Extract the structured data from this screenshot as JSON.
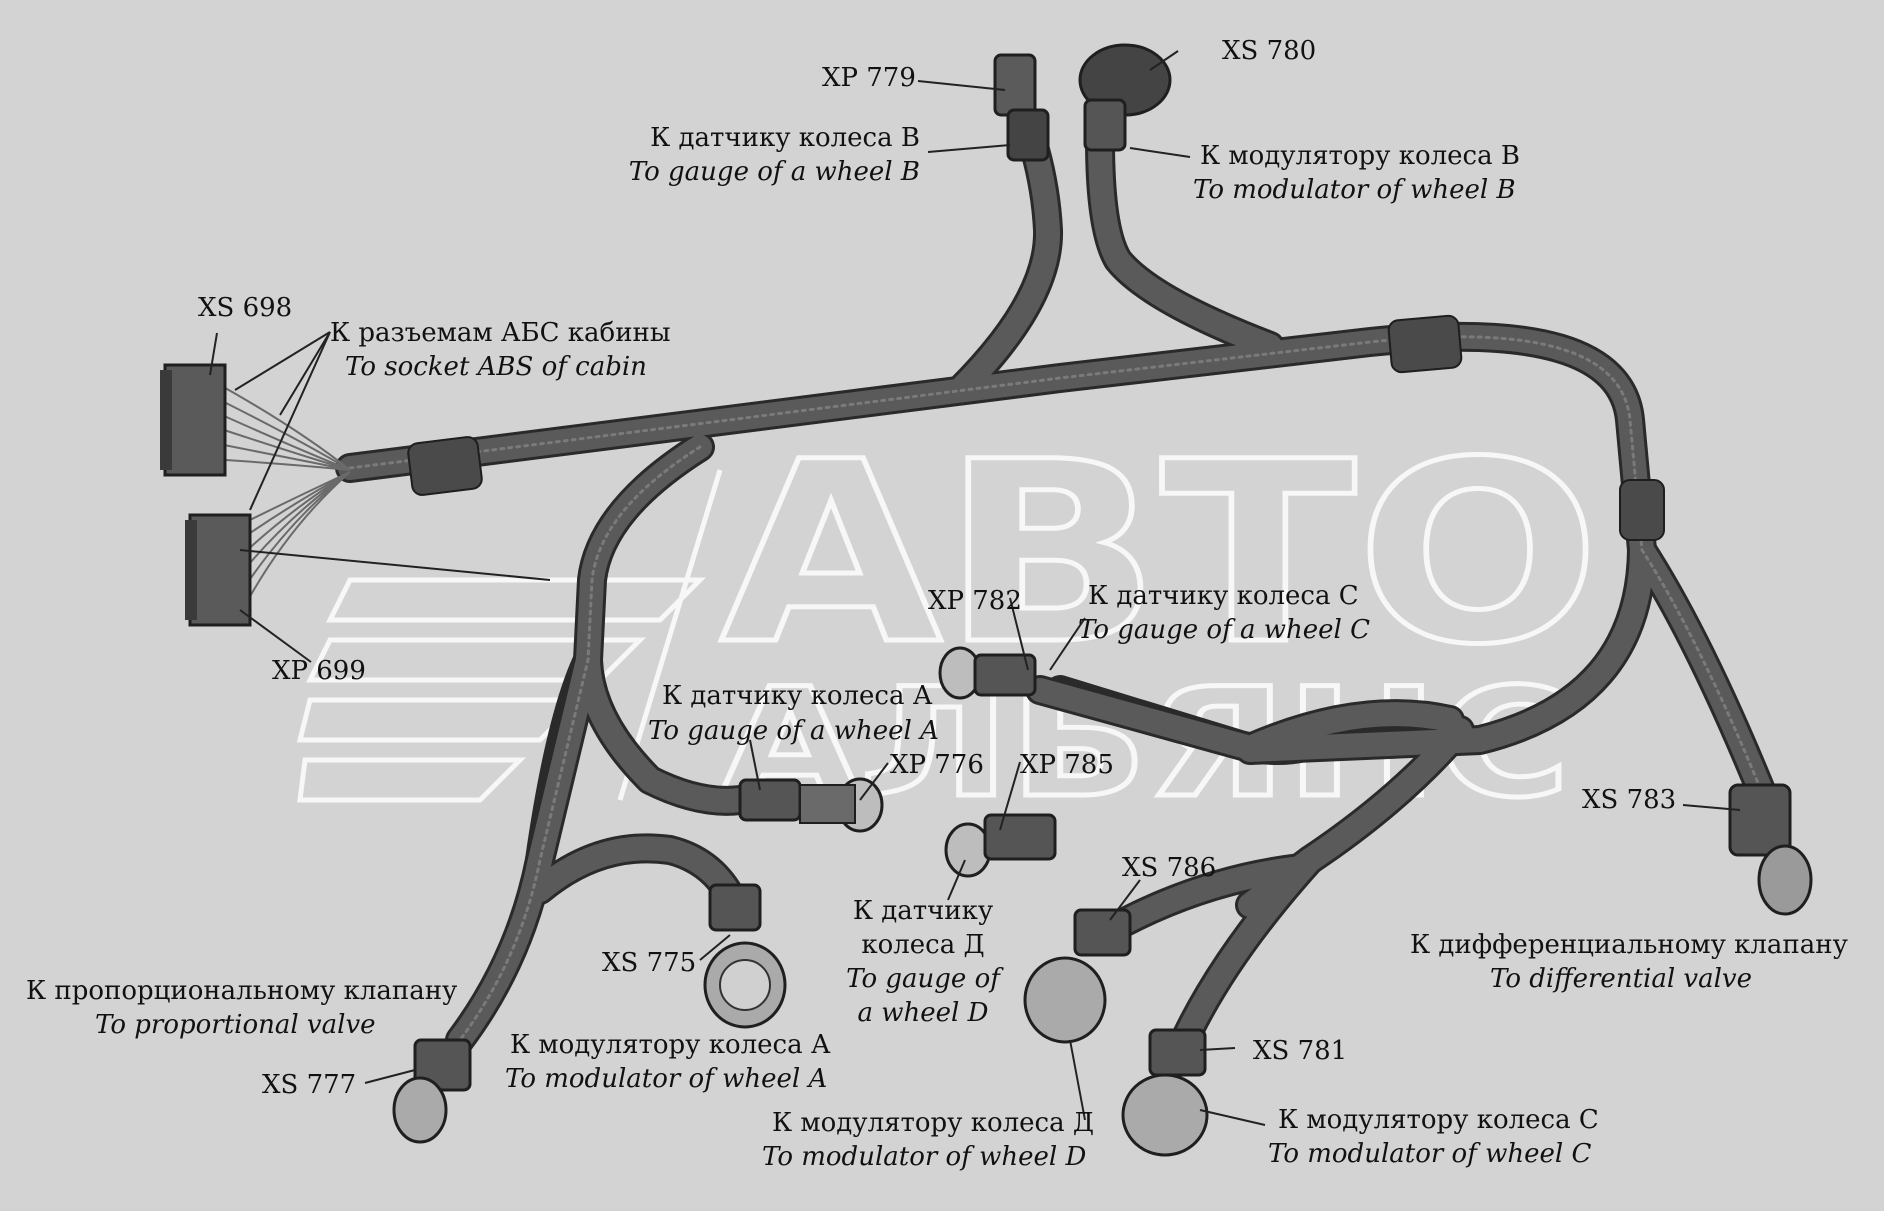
{
  "watermark": {
    "line1": "АВТО",
    "line2": "АЛЬЯНС"
  },
  "codes": {
    "xp779": "XP 779",
    "xs780": "XS 780",
    "xs698": "XS 698",
    "xp699": "XP 699",
    "xp782": "XP 782",
    "xp776": "XP 776",
    "xp785": "XP 785",
    "xs783": "XS 783",
    "xs786": "XS 786",
    "xs775": "XS 775",
    "xs777": "XS 777",
    "xs781": "XS 781"
  },
  "labels": {
    "gauge_b": {
      "ru": "К датчику колеса В",
      "en": "To gauge of a wheel B"
    },
    "modulator_b": {
      "ru": "К модулятору колеса В",
      "en": "To  modulator of wheel B"
    },
    "abs_cabin": {
      "ru": "К разъемам АБС кабины",
      "en": "To socket ABS of  cabin"
    },
    "gauge_c": {
      "ru": "К датчику колеса С",
      "en": "To gauge of a wheel C"
    },
    "gauge_a": {
      "ru": "К датчику колеса А",
      "en": "To gauge of a wheel A"
    },
    "gauge_d": {
      "ru1": "К датчику",
      "ru2": "колеса Д",
      "en1": "To  gauge of",
      "en2": "a wheel D"
    },
    "differential": {
      "ru": "К дифференциальному клапану",
      "en": "To  differential valve"
    },
    "proportional": {
      "ru": "К пропорциональному клапану",
      "en": "To  proportional valve"
    },
    "modulator_a": {
      "ru": "К модулятору колеса А",
      "en": "To  modulator of wheel A"
    },
    "modulator_d": {
      "ru": "К модулятору колеса Д",
      "en": "To  modulator of wheel D"
    },
    "modulator_c": {
      "ru": "К модулятору колеса С",
      "en": "To  modulator of wheel C"
    }
  },
  "colors": {
    "background": "#d3d3d3",
    "cable": "#4a4a4a",
    "connector": "#3d3d3d",
    "watermark": "#f7f7f7"
  }
}
